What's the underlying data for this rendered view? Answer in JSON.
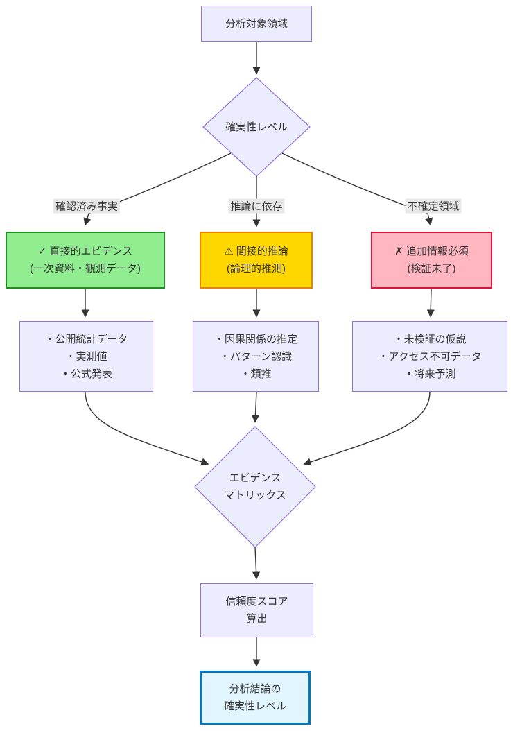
{
  "diagram": {
    "type": "flowchart",
    "nodes": {
      "start": {
        "label": "分析対象領域"
      },
      "decision_level": {
        "label": "確実性レベル"
      },
      "direct": {
        "lines": [
          "✓ 直接的エビデンス",
          "(一次資料・観測データ)"
        ]
      },
      "indirect": {
        "lines": [
          "⚠ 間接的推論",
          "(論理的推測)"
        ]
      },
      "required": {
        "lines": [
          "✗ 追加情報必須",
          "(検証未了)"
        ]
      },
      "direct_items": {
        "lines": [
          "・公開統計データ",
          "・実測値",
          "・公式発表"
        ]
      },
      "indirect_items": {
        "lines": [
          "・因果関係の推定",
          "・パターン認識",
          "・類推"
        ]
      },
      "required_items": {
        "lines": [
          "・未検証の仮説",
          "・アクセス不可データ",
          "・将来予測"
        ]
      },
      "matrix": {
        "lines": [
          "エビデンス",
          "マトリックス"
        ]
      },
      "score": {
        "lines": [
          "信頼度スコア",
          "算出"
        ]
      },
      "conclusion": {
        "lines": [
          "分析結論の",
          "確実性レベル"
        ]
      }
    },
    "edge_labels": {
      "confirmed": "確認済み事実",
      "inference": "推論に依存",
      "uncertain": "不確定領域"
    },
    "colors": {
      "lavender_fill": "#ECECFF",
      "lavender_border": "#9370DB",
      "green_fill": "#90EE90",
      "green_border": "#228B22",
      "yellow_fill": "#FFD700",
      "yellow_border": "#E8820D",
      "pink_fill": "#FFB6C1",
      "pink_border": "#DC143C",
      "blue_fill": "#E1F5FE",
      "blue_border": "#0277BD",
      "label_bg": "#e8e8e8",
      "line_color": "#333333"
    }
  }
}
